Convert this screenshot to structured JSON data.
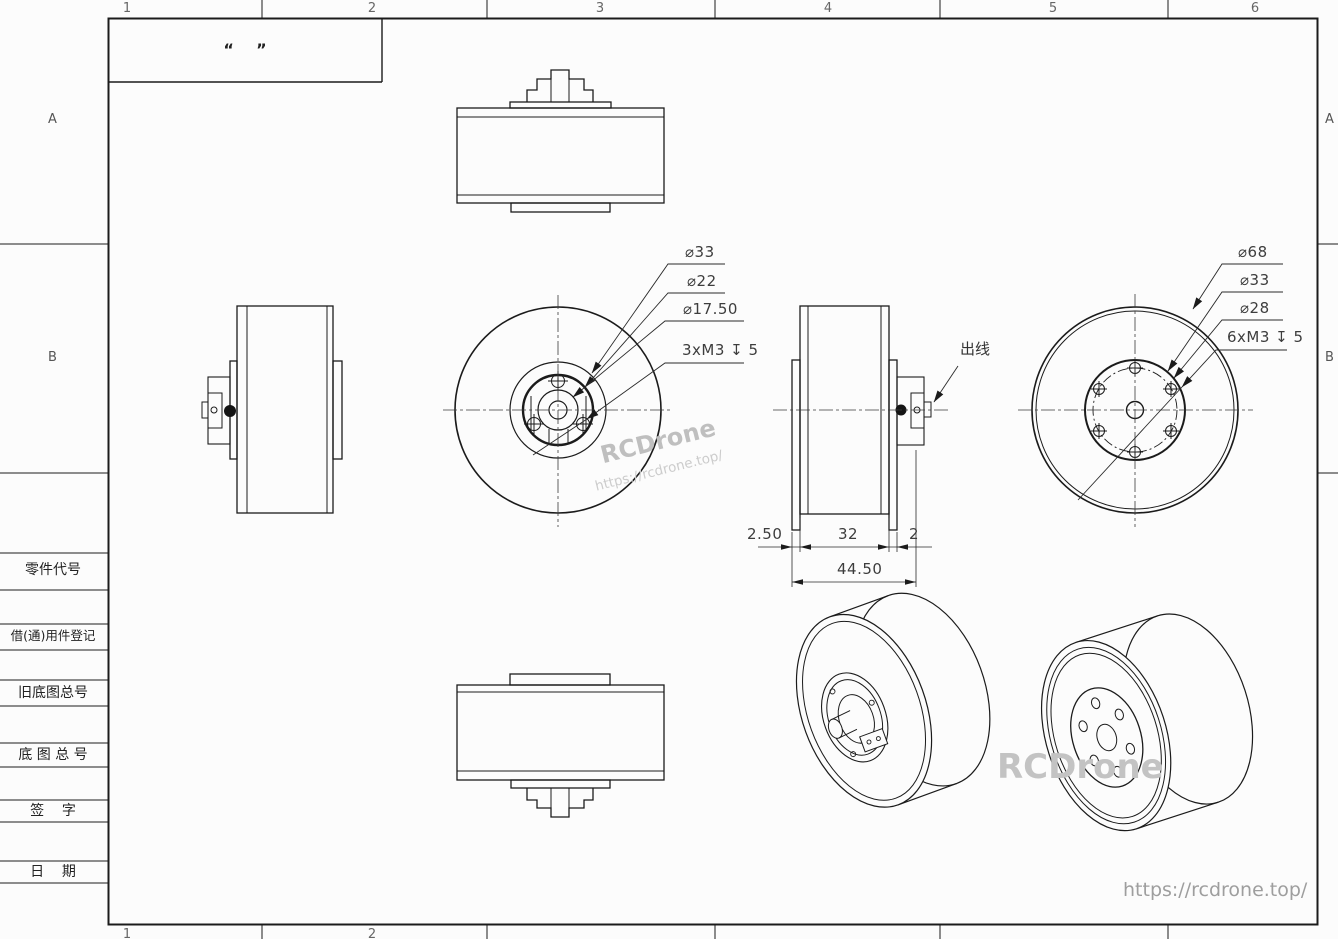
{
  "sheet": {
    "title_placeholder": "“    ”",
    "zone_columns_top": [
      "1",
      "2",
      "3",
      "4",
      "5",
      "6"
    ],
    "zone_columns_bottom": [
      "1",
      "2"
    ],
    "zone_rows": [
      "A",
      "B"
    ],
    "title_block_left": {
      "rows": [
        "零件代号",
        "借(通)用件登记",
        "旧底图总号",
        "底 图 总 号",
        "签    字",
        "日    期"
      ]
    }
  },
  "views": {
    "front": {
      "dims": [
        "⌀33",
        "⌀22",
        "⌀17.50",
        "3xM3 ↧ 5"
      ]
    },
    "rear": {
      "dims": [
        "⌀68",
        "⌀33",
        "⌀28",
        "6xM3 ↧ 5"
      ]
    },
    "section": {
      "dims": [
        "2.50",
        "32",
        "2",
        "44.50"
      ],
      "callout": "出线"
    }
  },
  "watermarks": {
    "brand": "RCDrone",
    "url": "https://rcdrone.top/"
  }
}
